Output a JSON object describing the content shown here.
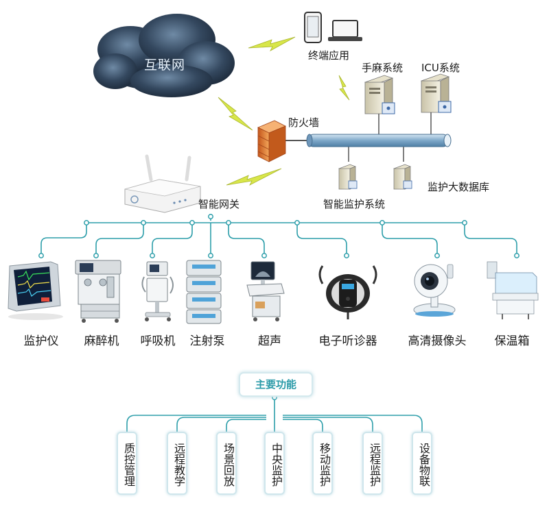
{
  "network": {
    "cloud_label": "互联网",
    "terminal_label": "终端应用",
    "firewall_label": "防火墙",
    "anesthesia_system_label": "手麻系统",
    "icu_system_label": "ICU系统",
    "monitoring_system_label": "智能监护系统",
    "bigdata_label": "监护大数据库",
    "gateway_label": "智能网关"
  },
  "devices": [
    {
      "label": "监护仪",
      "icon": "patient-monitor-icon"
    },
    {
      "label": "麻醉机",
      "icon": "anesthesia-machine-icon"
    },
    {
      "label": "呼吸机",
      "icon": "ventilator-icon"
    },
    {
      "label": "注射泵",
      "icon": "syringe-pump-icon"
    },
    {
      "label": "超声",
      "icon": "ultrasound-icon"
    },
    {
      "label": "电子听诊器",
      "icon": "stethoscope-icon"
    },
    {
      "label": "高清摄像头",
      "icon": "camera-icon"
    },
    {
      "label": "保温箱",
      "icon": "incubator-icon"
    }
  ],
  "functions": {
    "title": "主要功能",
    "items": [
      "质控管理",
      "远程教学",
      "场景回放",
      "中央监护",
      "移动监护",
      "远程监护",
      "设备物联"
    ]
  },
  "colors": {
    "connector": "#2d9eaa",
    "bus": "#8fb7d6",
    "lightning": "#d8e64a",
    "cloud": "#2c3e55",
    "firewall": "#e07a2a"
  }
}
